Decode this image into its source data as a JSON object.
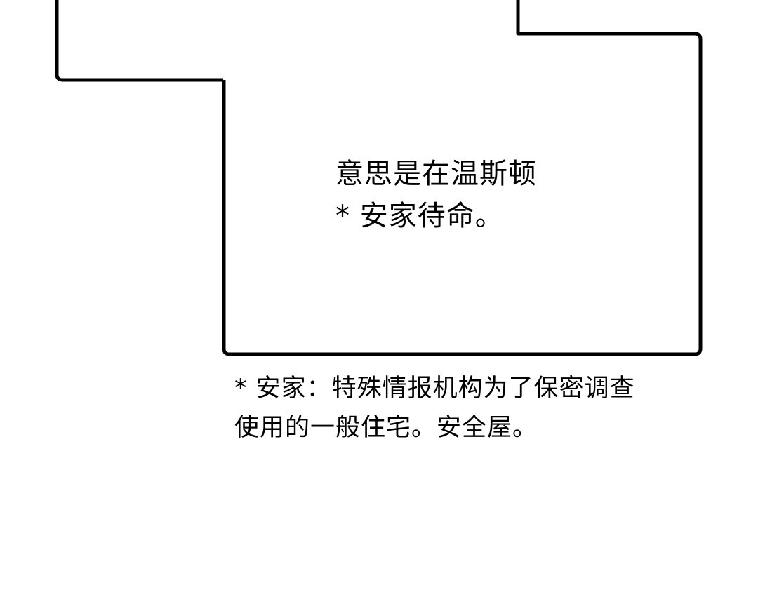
{
  "caption": {
    "line1": "意思是在温斯顿",
    "line2": "* 安家待命。"
  },
  "footnote": {
    "line1": "* 安家：特殊情报机构为了保密调查",
    "line2": "使用的一般住宅。安全屋。"
  },
  "colors": {
    "background": "#ffffff",
    "ink": "#000000"
  }
}
